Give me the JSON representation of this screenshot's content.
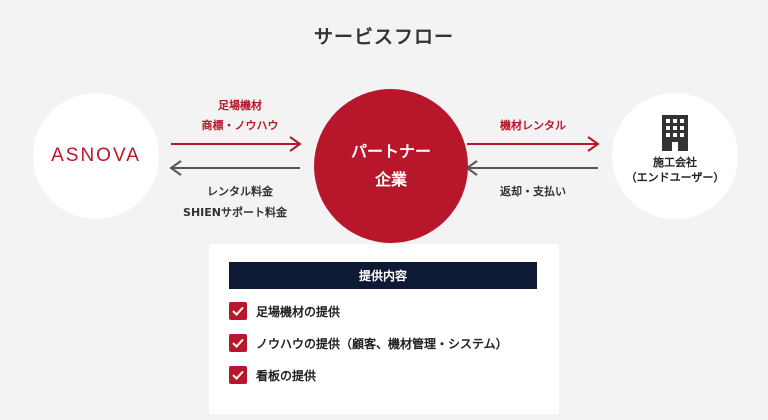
{
  "title": "サービスフロー",
  "left_node": {
    "logo": "ASNOVA"
  },
  "center_node": {
    "line1": "パートナー",
    "line2": "企業"
  },
  "right_node": {
    "line1": "施工会社",
    "line2": "（エンドユーザー）",
    "icon": "building-icon"
  },
  "left_flow": {
    "top_line1": "足場機材",
    "top_line2": "商標・ノウハウ",
    "bottom_line1": "レンタル料金",
    "bottom_line2": "SHIENサポート料金"
  },
  "right_flow": {
    "top": "機材レンタル",
    "bottom": "返却・支払い"
  },
  "services": {
    "header": "提供内容",
    "items": [
      "足場機材の提供",
      "ノウハウの提供（顧客、機材管理・システム）",
      "看板の提供"
    ]
  },
  "colors": {
    "accent": "#b8162a",
    "header_bg": "#0e1a33",
    "arrow_gray": "#555555"
  }
}
